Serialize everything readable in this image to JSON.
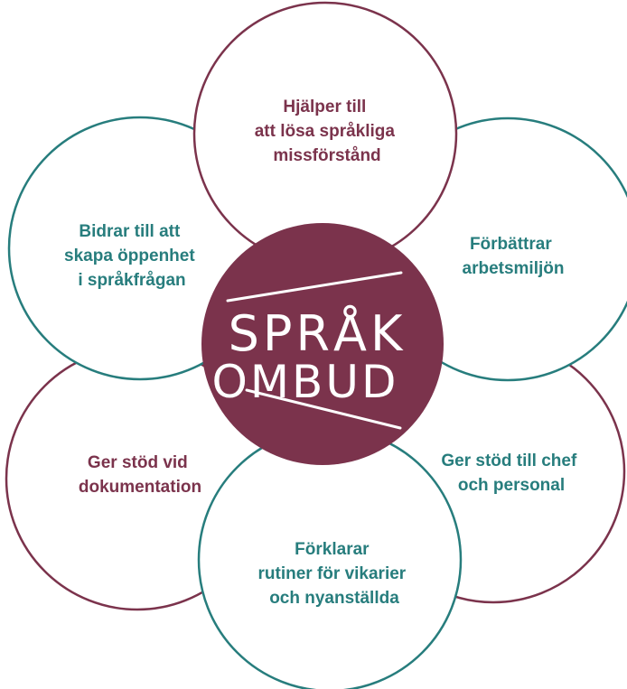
{
  "colors": {
    "maroon": "#7b334c",
    "teal": "#277d7d",
    "white": "#ffffff"
  },
  "center": {
    "logo_line1": "SPRÅK",
    "logo_line2": "OMBUD"
  },
  "petals": [
    {
      "id": "top",
      "lines": [
        "Hjälper till",
        "att lösa språkliga",
        "missförstånd"
      ],
      "color": "maroon"
    },
    {
      "id": "upper-right",
      "lines": [
        "Förbättrar",
        "arbetsmiljön"
      ],
      "color": "teal"
    },
    {
      "id": "lower-right",
      "lines": [
        "Ger stöd till chef",
        "och personal"
      ],
      "color": "teal"
    },
    {
      "id": "bottom",
      "lines": [
        "Förklarar",
        "rutiner för vikarier",
        "och nyanställda"
      ],
      "color": "teal"
    },
    {
      "id": "lower-left",
      "lines": [
        "Ger stöd vid",
        "dokumentation"
      ],
      "color": "maroon"
    },
    {
      "id": "upper-left",
      "lines": [
        "Bidrar till att",
        "skapa öppenhet",
        "i språkfrågan"
      ],
      "color": "teal"
    }
  ]
}
